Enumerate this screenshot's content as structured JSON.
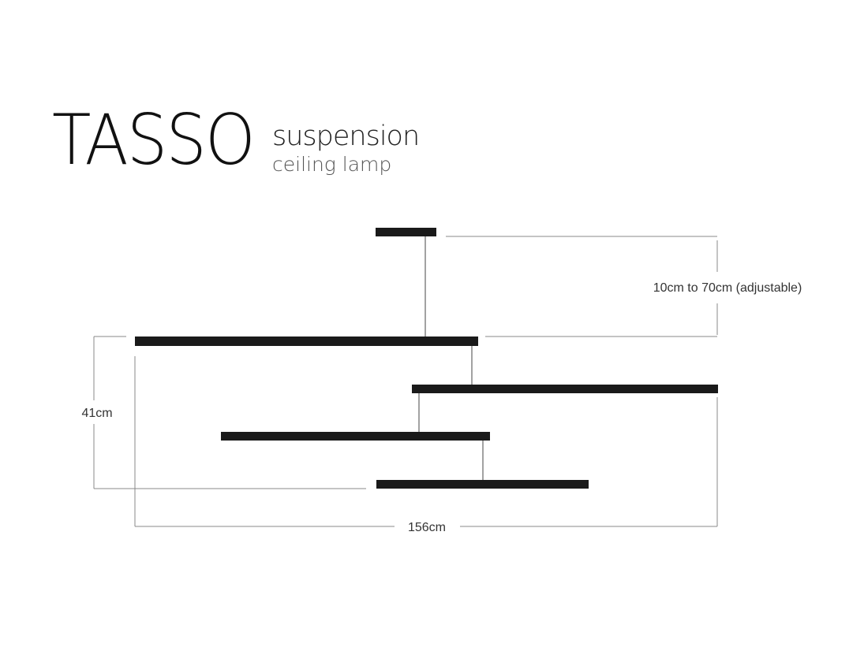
{
  "header": {
    "brand": "TASSO",
    "product_type": "suspension",
    "product_subtype": "ceiling lamp"
  },
  "dimensions": {
    "cable_length": "10cm to 70cm (adjustable)",
    "height": "41cm",
    "width": "156cm"
  },
  "colors": {
    "bar": "#1a1a1a",
    "line": "#888888",
    "text": "#333333"
  }
}
